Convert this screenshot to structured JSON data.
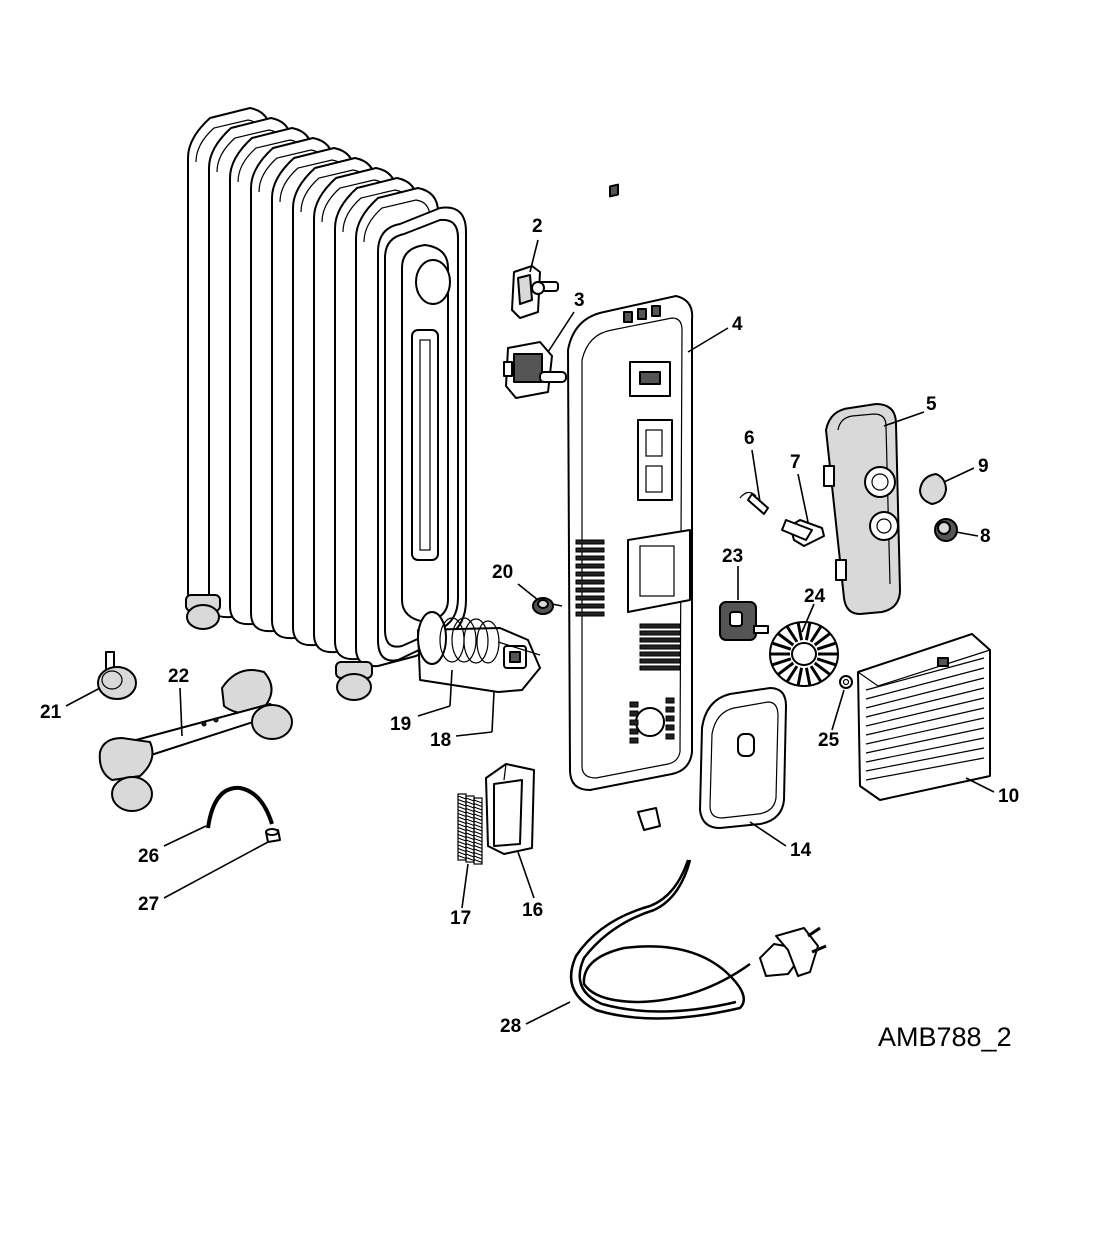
{
  "drawing_code": "AMB788_2",
  "callouts": {
    "c2": "2",
    "c3": "3",
    "c4": "4",
    "c5": "5",
    "c6": "6",
    "c7": "7",
    "c8": "8",
    "c9": "9",
    "c10": "10",
    "c14": "14",
    "c16": "16",
    "c17": "17",
    "c18": "18",
    "c19": "19",
    "c20": "20",
    "c21": "21",
    "c22": "22",
    "c23": "23",
    "c24": "24",
    "c25": "25",
    "c26": "26",
    "c27": "27",
    "c28": "28"
  }
}
